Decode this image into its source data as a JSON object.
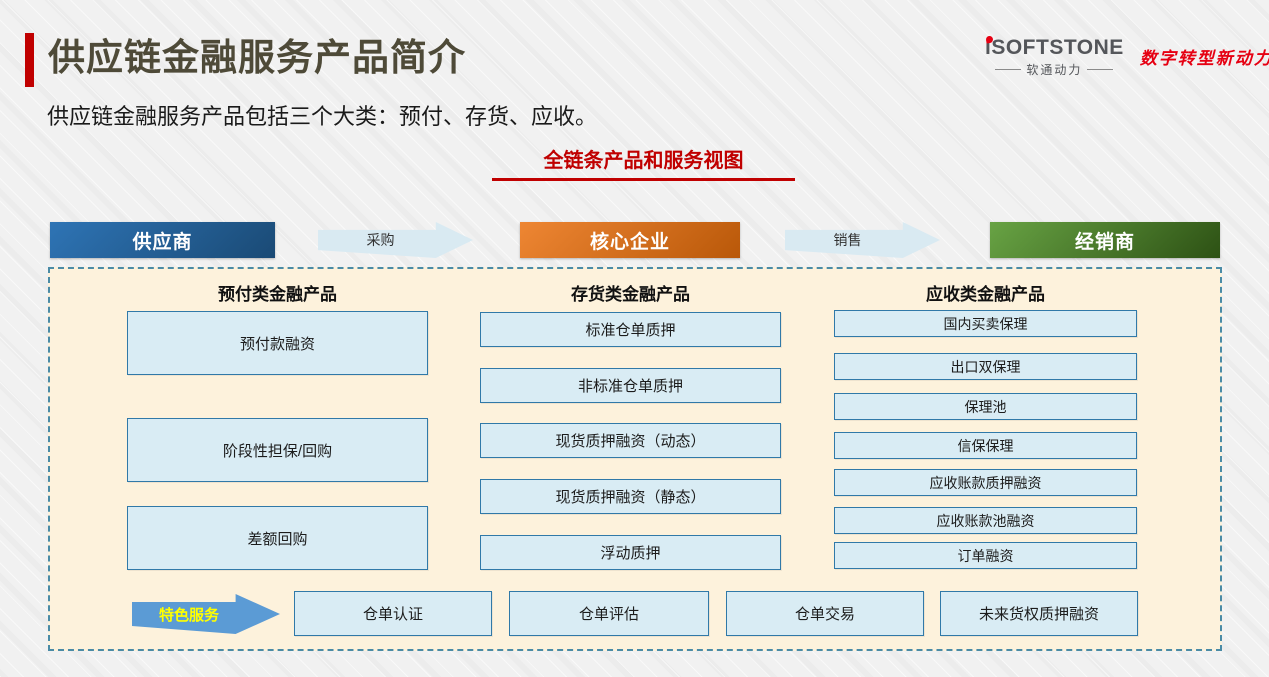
{
  "slide": {
    "title": "供应链金融服务产品简介",
    "subtitle": "供应链金融服务产品包括三个大类：预付、存货、应收。",
    "section_heading": "全链条产品和服务视图"
  },
  "logo": {
    "brand": "iSOFTSTONE",
    "brand_cn": "软通动力",
    "slogan": "数字转型新动力"
  },
  "flow": {
    "nodes": [
      {
        "label": "供应商"
      },
      {
        "label": "核心企业"
      },
      {
        "label": "经销商"
      }
    ],
    "arrows": [
      {
        "label": "采购"
      },
      {
        "label": "销售"
      }
    ]
  },
  "panel": {
    "columns": [
      {
        "header": "预付类金融产品",
        "items": [
          "预付款融资",
          "阶段性担保/回购",
          "差额回购"
        ]
      },
      {
        "header": "存货类金融产品",
        "items": [
          "标准仓单质押",
          "非标准仓单质押",
          "现货质押融资（动态）",
          "现货质押融资（静态）",
          "浮动质押"
        ]
      },
      {
        "header": "应收类金融产品",
        "items": [
          "国内买卖保理",
          "出口双保理",
          "保理池",
          "信保保理",
          "应收账款质押融资",
          "应收账款池融资",
          "订单融资"
        ]
      }
    ],
    "special_services": {
      "arrow_label": "特色服务",
      "items": [
        "仓单认证",
        "仓单评估",
        "仓单交易",
        "未来货权质押融资"
      ]
    }
  },
  "colors": {
    "accent_red": "#c00000",
    "slogan_red": "#e60012",
    "title_text": "#4e4a38",
    "panel_bg": "#fdf2dc",
    "panel_border": "#4a8ba6",
    "item_bg": "#d9ecf4",
    "item_border": "#3079a8",
    "node_blue": "#2e74b5",
    "node_orange": "#ee8633",
    "node_green": "#68a344",
    "flow_arrow_fill": "#d9eaf2",
    "special_arrow_fill": "#5b9bd5",
    "special_arrow_text": "#ffff00"
  }
}
